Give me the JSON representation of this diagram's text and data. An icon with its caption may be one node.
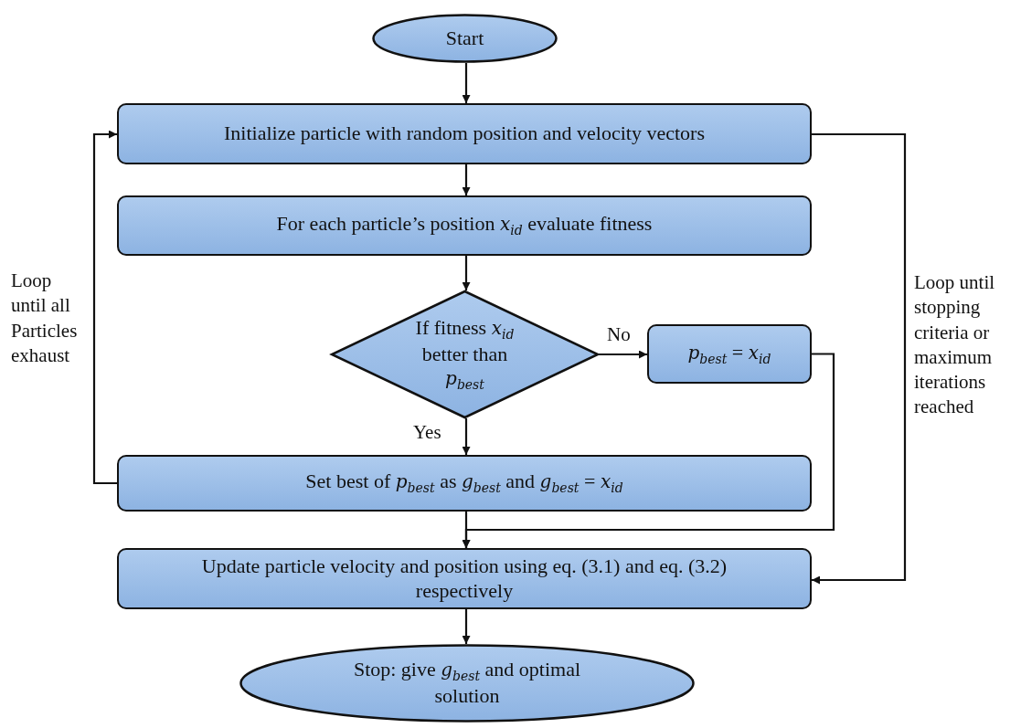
{
  "diagram": {
    "nodes": [
      {
        "text": [
          "Start"
        ]
      },
      {
        "text": [
          "Initialize particle with random position and velocity vectors"
        ]
      },
      {
        "text": [
          "For each particle’s position *x*$_{id}$ evaluate fitness"
        ]
      },
      {
        "text": [
          "If fitness *x*$_{id}$ better than *p*$_{best}$"
        ]
      },
      {
        "text": [
          "*p*$_{best}$ = *x*$_{id}$"
        ]
      },
      {
        "text": [
          "Set best of *p*$_{best}$ as *g*$_{best}$ and *g*$_{best}$ = *x*$_{id}$"
        ]
      },
      {
        "text": [
          "Update particle velocity and position using eq. (3.1) and eq. (3.2) respectively"
        ]
      },
      {
        "text": [
          "Stop: give *g*$_{best}$ and optimal solution"
        ]
      }
    ],
    "edges": [
      {
        "from": 0,
        "to": 1,
        "arrow": "to"
      },
      {
        "from": 1,
        "to": 2,
        "arrow": "to"
      },
      {
        "from": 2,
        "to": 3,
        "arrow": "to"
      },
      {
        "from": 3,
        "to": 4,
        "arrow": "to",
        "label": "No"
      },
      {
        "from": 3,
        "to": 5,
        "arrow": "to",
        "label": "Yes"
      },
      {
        "from": 5,
        "to": 1,
        "arrow": "to",
        "label": "Loop until all Particles exhaust"
      },
      {
        "from": 4,
        "to": 6,
        "arrow": "to"
      },
      {
        "from": 5,
        "to": 6,
        "arrow": "to"
      },
      {
        "from": 1,
        "to": 6,
        "arrow": "to",
        "label": "Loop until stopping criteria or maximum iterations reached"
      },
      {
        "from": 6,
        "to": 7,
        "arrow": "to"
      }
    ]
  }
}
